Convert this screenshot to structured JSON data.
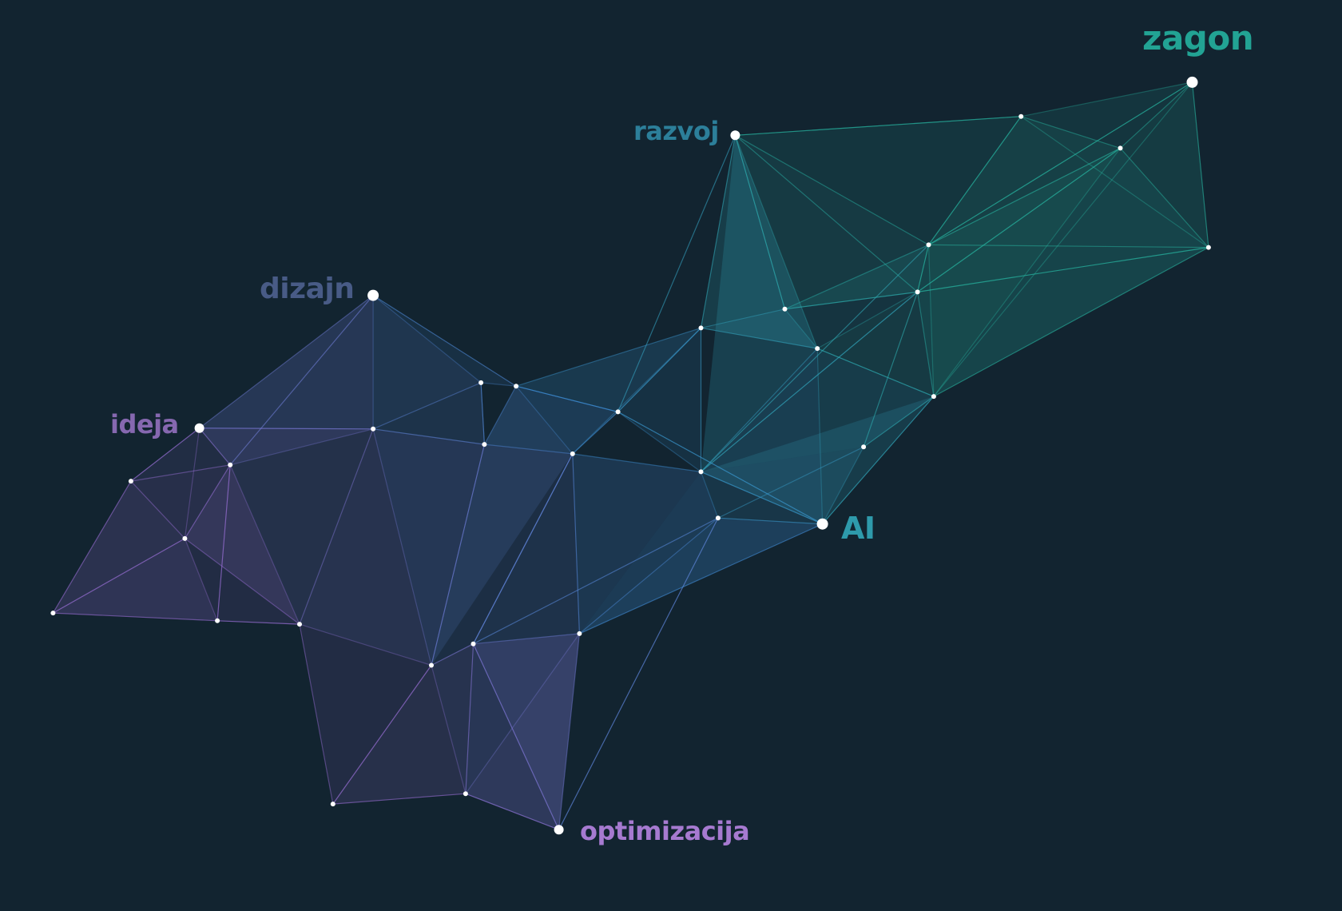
{
  "labels": {
    "zagon": "zagon",
    "razvoj": "razvoj",
    "dizajn": "dizajn",
    "ideja": "ideja",
    "ai": "AI",
    "optimizacija": "optimizacija"
  },
  "colors": {
    "background": "#122430",
    "purple": "#9a6fd6",
    "blue": "#3f8ed8",
    "teal": "#28b8a4",
    "node": "#ffffff"
  }
}
